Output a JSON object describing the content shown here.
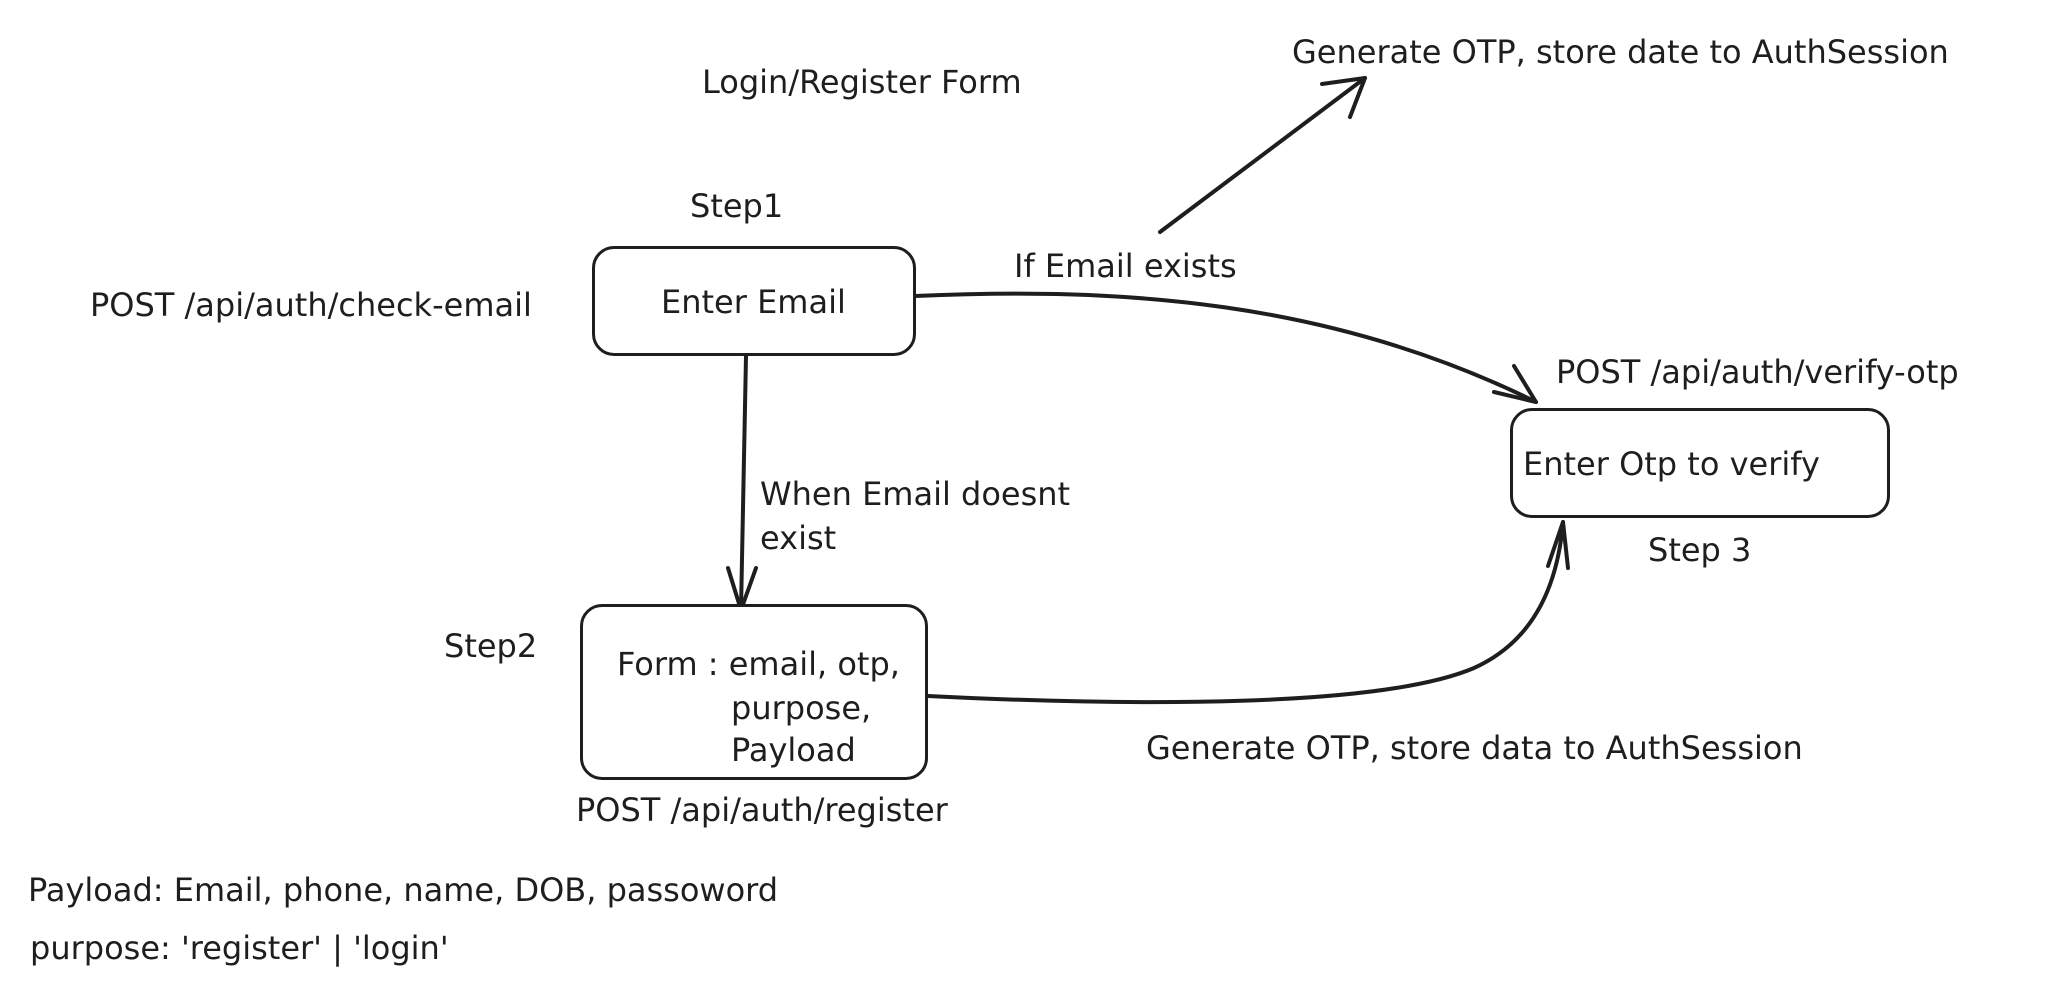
{
  "title": "Login/Register Form",
  "nodes": {
    "enter_email": {
      "label": "Enter Email",
      "step": "Step1",
      "endpoint": "POST /api/auth/check-email"
    },
    "register_form": {
      "line1": "Form : email, otp,",
      "line2": "purpose,",
      "line3": "Payload",
      "step": "Step2",
      "endpoint": "POST /api/auth/register"
    },
    "verify_otp": {
      "label": "Enter Otp to verify",
      "step": "Step 3",
      "endpoint": "POST /api/auth/verify-otp"
    }
  },
  "edges": {
    "email_exists": "If Email exists",
    "email_not_exists_line1": "When Email doesnt",
    "email_not_exists_line2": "exist",
    "otp_top": "Generate OTP, store date to AuthSession",
    "otp_bottom": "Generate OTP, store data to AuthSession"
  },
  "notes": {
    "payload": "Payload: Email, phone, name, DOB, passoword",
    "purpose": "purpose: 'register' | 'login'"
  },
  "colors": {
    "stroke": "#1e1e1e",
    "background": "#ffffff"
  }
}
